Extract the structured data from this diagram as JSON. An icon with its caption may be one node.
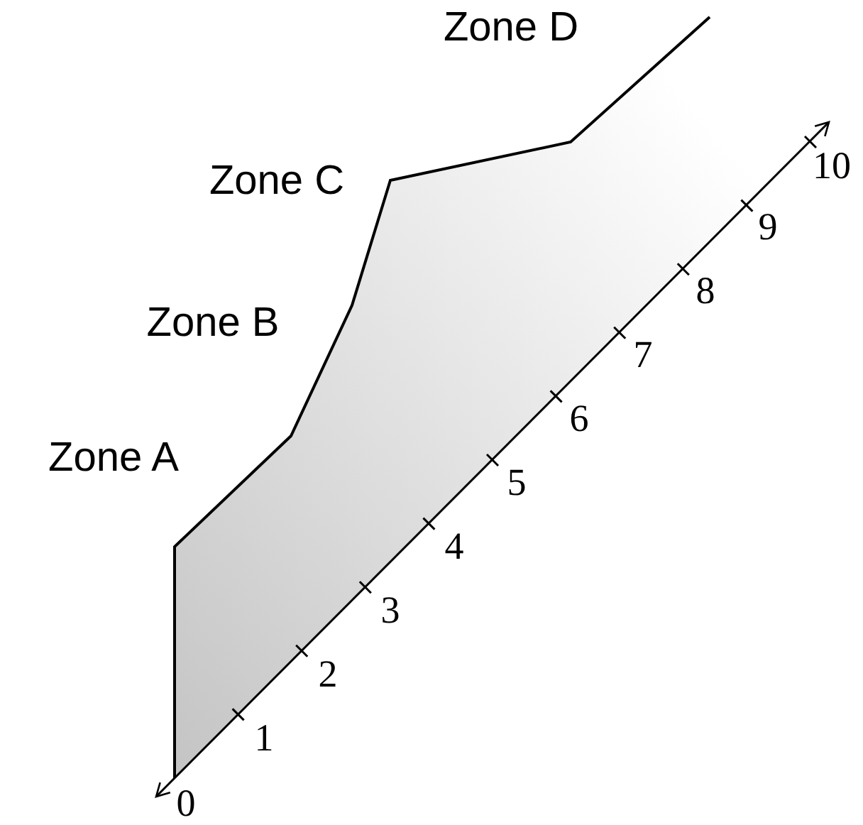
{
  "diagram": {
    "labels": [
      "Zone D",
      "10",
      "Zone C",
      "9",
      "8",
      "Zone B",
      "7",
      "6",
      "Zone A",
      "5",
      "4",
      "3",
      "2",
      "1",
      "0"
    ]
  }
}
